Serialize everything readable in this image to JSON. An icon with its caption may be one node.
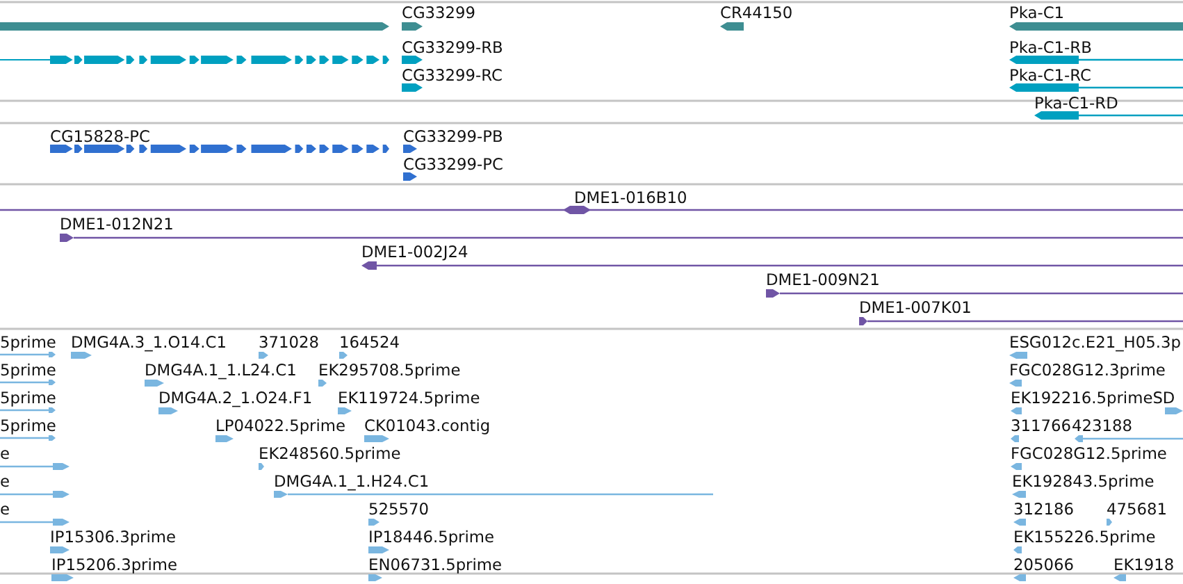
{
  "diagram": {
    "labels": [
      "CG33299",
      "CR44150",
      "Pka-C1",
      "CG33299-RB",
      "Pka-C1-RB",
      "CG33299-RC",
      "Pka-C1-RC",
      "Pka-C1-RD",
      "CG15828-PC",
      "CG33299-PB",
      "CG33299-PC",
      "DME1-016B10",
      "DME1-012N21",
      "DME1-002J24",
      "DME1-009N21",
      "DME1-007K01",
      "5prime",
      "DMG4A.3_1.O14.C1",
      "371028",
      "164524",
      "ESG012c.E21_H05.3p",
      "5prime",
      "DMG4A.1_1.L24.C1",
      "EK295708.5prime",
      "FGC028G12.3prime",
      "5prime",
      "DMG4A.2_1.O24.F1",
      "EK119724.5prime",
      "EK192216.5primeSD",
      "5prime",
      "LP04022.5prime",
      "CK01043.contig",
      "311766",
      "423188",
      "e",
      "EK248560.5prime",
      "FGC028G12.5prime",
      "e",
      "DMG4A.1_1.H24.C1",
      "EK192843.5prime",
      "e",
      "525570",
      "312186",
      "475681",
      "IP15306.3prime",
      "IP18446.5prime",
      "EK155226.5prime",
      "IP15206.3prime",
      "EN06731.5prime",
      "205066",
      "EK1918"
    ]
  }
}
